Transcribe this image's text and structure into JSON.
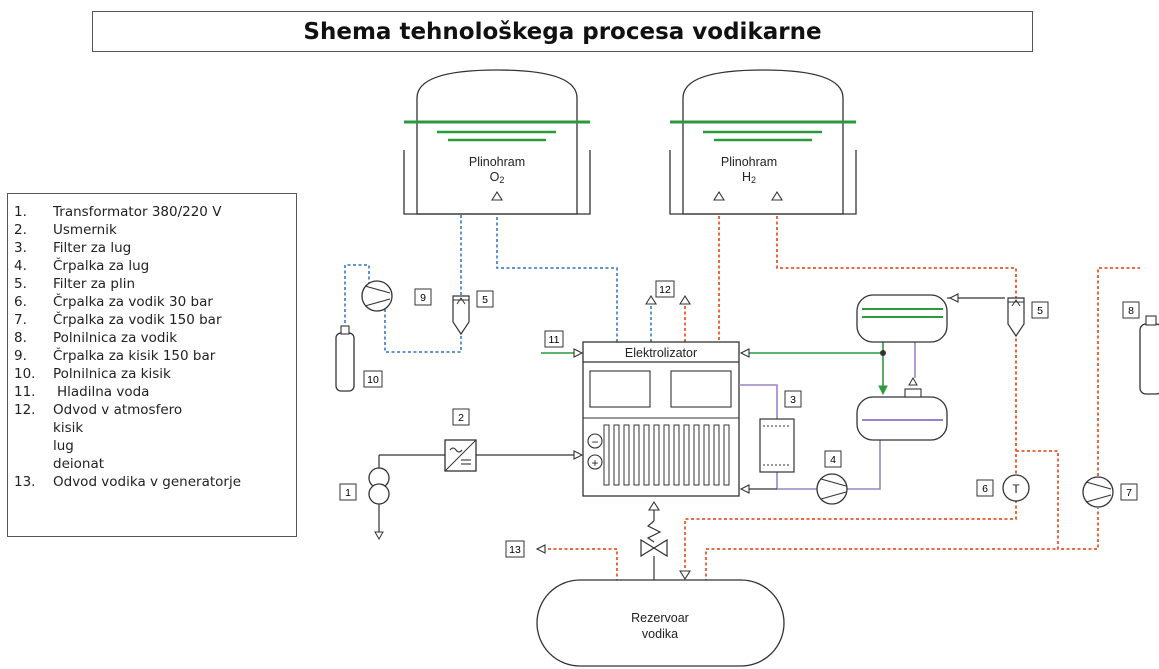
{
  "title": "Shema tehnološkega procesa vodikarne",
  "legend": {
    "items": [
      {
        "num": "1.",
        "text": "Transformator 380/220 V"
      },
      {
        "num": "2.",
        "text": "Usmernik"
      },
      {
        "num": "3.",
        "text": "Filter za lug"
      },
      {
        "num": "4.",
        "text": "Črpalka za lug"
      },
      {
        "num": "5.",
        "text": "Filter za plin"
      },
      {
        "num": "6.",
        "text": "Črpalka za vodik 30 bar"
      },
      {
        "num": "7.",
        "text": "Črpalka za vodik 150 bar"
      },
      {
        "num": "8.",
        "text": "Polnilnica za vodik"
      },
      {
        "num": "9.",
        "text": "Črpalka za kisik 150 bar"
      },
      {
        "num": "10.",
        "text": "Polnilnica za kisik"
      },
      {
        "num": "11.",
        "text": "Hladilna voda"
      },
      {
        "num": "12.",
        "text": "Odvod v atmosfero"
      },
      {
        "num": "",
        "text": "kisik"
      },
      {
        "num": "",
        "text": "lug"
      },
      {
        "num": "",
        "text": "deionat"
      },
      {
        "num": "13.",
        "text": "Odvod vodika v generatorje"
      }
    ]
  },
  "components": {
    "gasholder_o2": {
      "line1": "Plinohram",
      "line2": "O",
      "line2_sub": "2"
    },
    "gasholder_h2": {
      "line1": "Plinohram",
      "line2": "H",
      "line2_sub": "2"
    },
    "electrolyzer": "Elektrolizator",
    "reservoir": {
      "line1": "Rezervoar",
      "line2": "vodika"
    },
    "polarity_minus": "−",
    "polarity_plus": "+",
    "pump_h2_30_symbol": "T"
  },
  "tags": [
    "1",
    "2",
    "3",
    "4",
    "5",
    "5",
    "6",
    "7",
    "8",
    "9",
    "10",
    "11",
    "12",
    "13"
  ],
  "colors": {
    "oxygen_line": "#4f86c6",
    "hydrogen_line": "#e8582a",
    "cooling_water": "#2a9a3c",
    "lye_line": "#9b83c9",
    "liquid_level": "#2a9a3c",
    "outline": "#333333"
  }
}
